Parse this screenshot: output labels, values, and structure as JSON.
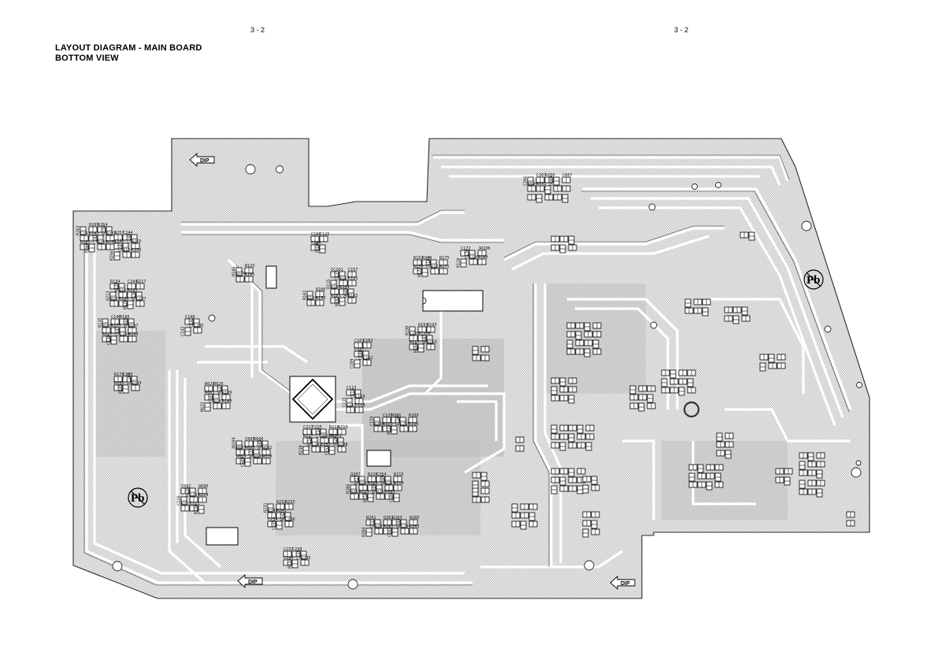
{
  "header": {
    "page_left": "3 - 2",
    "page_right": "3 - 2",
    "title_line1": "LAYOUT DIAGRAM - MAIN BOARD",
    "title_line2": "BOTTOM VIEW"
  },
  "board": {
    "dip_label": "DIP",
    "pb_label": "Pb",
    "components": [
      "R263",
      "R265",
      "R264",
      "R234",
      "C241",
      "C242",
      "C243",
      "R262",
      "R261",
      "R260",
      "R259",
      "R258",
      "R257",
      "C244",
      "C245",
      "C246",
      "C247",
      "R255",
      "R256",
      "R154",
      "C155",
      "R134",
      "R139",
      "C104",
      "Q217",
      "Q213",
      "R153",
      "R141",
      "R136",
      "R137",
      "R140",
      "R170",
      "C147",
      "R135",
      "C146",
      "R166",
      "R165",
      "R156",
      "R155",
      "C147",
      "R187",
      "R127",
      "C130",
      "C134",
      "R199",
      "R178",
      "C103",
      "IC103",
      "R152",
      "R185",
      "R183",
      "C140",
      "C141",
      "C142",
      "C145",
      "R186",
      "R125",
      "R126",
      "C105",
      "C106",
      "C125",
      "C126",
      "JR108",
      "IC101",
      "C137",
      "C157",
      "R115",
      "R117",
      "C121",
      "R180",
      "Q104",
      "Q105",
      "R181",
      "R182",
      "R102",
      "R103",
      "R106",
      "R124",
      "R150",
      "R151",
      "R149",
      "JR101",
      "R175",
      "R176",
      "R173",
      "R112",
      "R171",
      "C172",
      "C170",
      "JR106",
      "R110",
      "C110",
      "R188",
      "R190",
      "R191",
      "R193",
      "C160",
      "IC106",
      "R107",
      "R117",
      "R104",
      "R113",
      "C101",
      "C102",
      "C107",
      "C108",
      "C109",
      "C112",
      "C113",
      "C114",
      "C115",
      "C116",
      "C117",
      "C118",
      "C119",
      "C120",
      "R111",
      "IC102",
      "R109",
      "R220",
      "R221",
      "R222",
      "C215",
      "C216",
      "C217",
      "C210",
      "C214",
      "R218",
      "R219",
      "R217",
      "R216",
      "JR203",
      "JR201",
      "JR202",
      "R238",
      "C202",
      "C252",
      "C253",
      "Q208",
      "Q207",
      "R227",
      "R226",
      "C254",
      "Q209",
      "R215",
      "R206",
      "R207",
      "R208",
      "R209",
      "R211",
      "R214",
      "R212",
      "R213",
      "R210",
      "Q210",
      "C603",
      "C604",
      "JR209",
      "C605",
      "R606",
      "R605",
      "R607",
      "R608",
      "R632",
      "R602",
      "R603",
      "C609",
      "R636",
      "R638",
      "R629",
      "R628",
      "R637",
      "R601",
      "C601",
      "R189",
      "R633",
      "R187",
      "R188",
      "C602",
      "R635",
      "D690",
      "C226",
      "C231",
      "R224",
      "R223",
      "C222",
      "R230",
      "R231",
      "R232",
      "R233",
      "R240",
      "R241",
      "R242",
      "C234",
      "C235",
      "C236",
      "C237",
      "C238",
      "C239",
      "C240",
      "R234",
      "R235",
      "R201",
      "C231",
      "Q201",
      "Q203",
      "Q204",
      "R205",
      "R204",
      "R203",
      "R202",
      "C203",
      "C204",
      "C205",
      "C206",
      "C207",
      "R200",
      "D600",
      "C607",
      "R690",
      "R691"
    ]
  }
}
